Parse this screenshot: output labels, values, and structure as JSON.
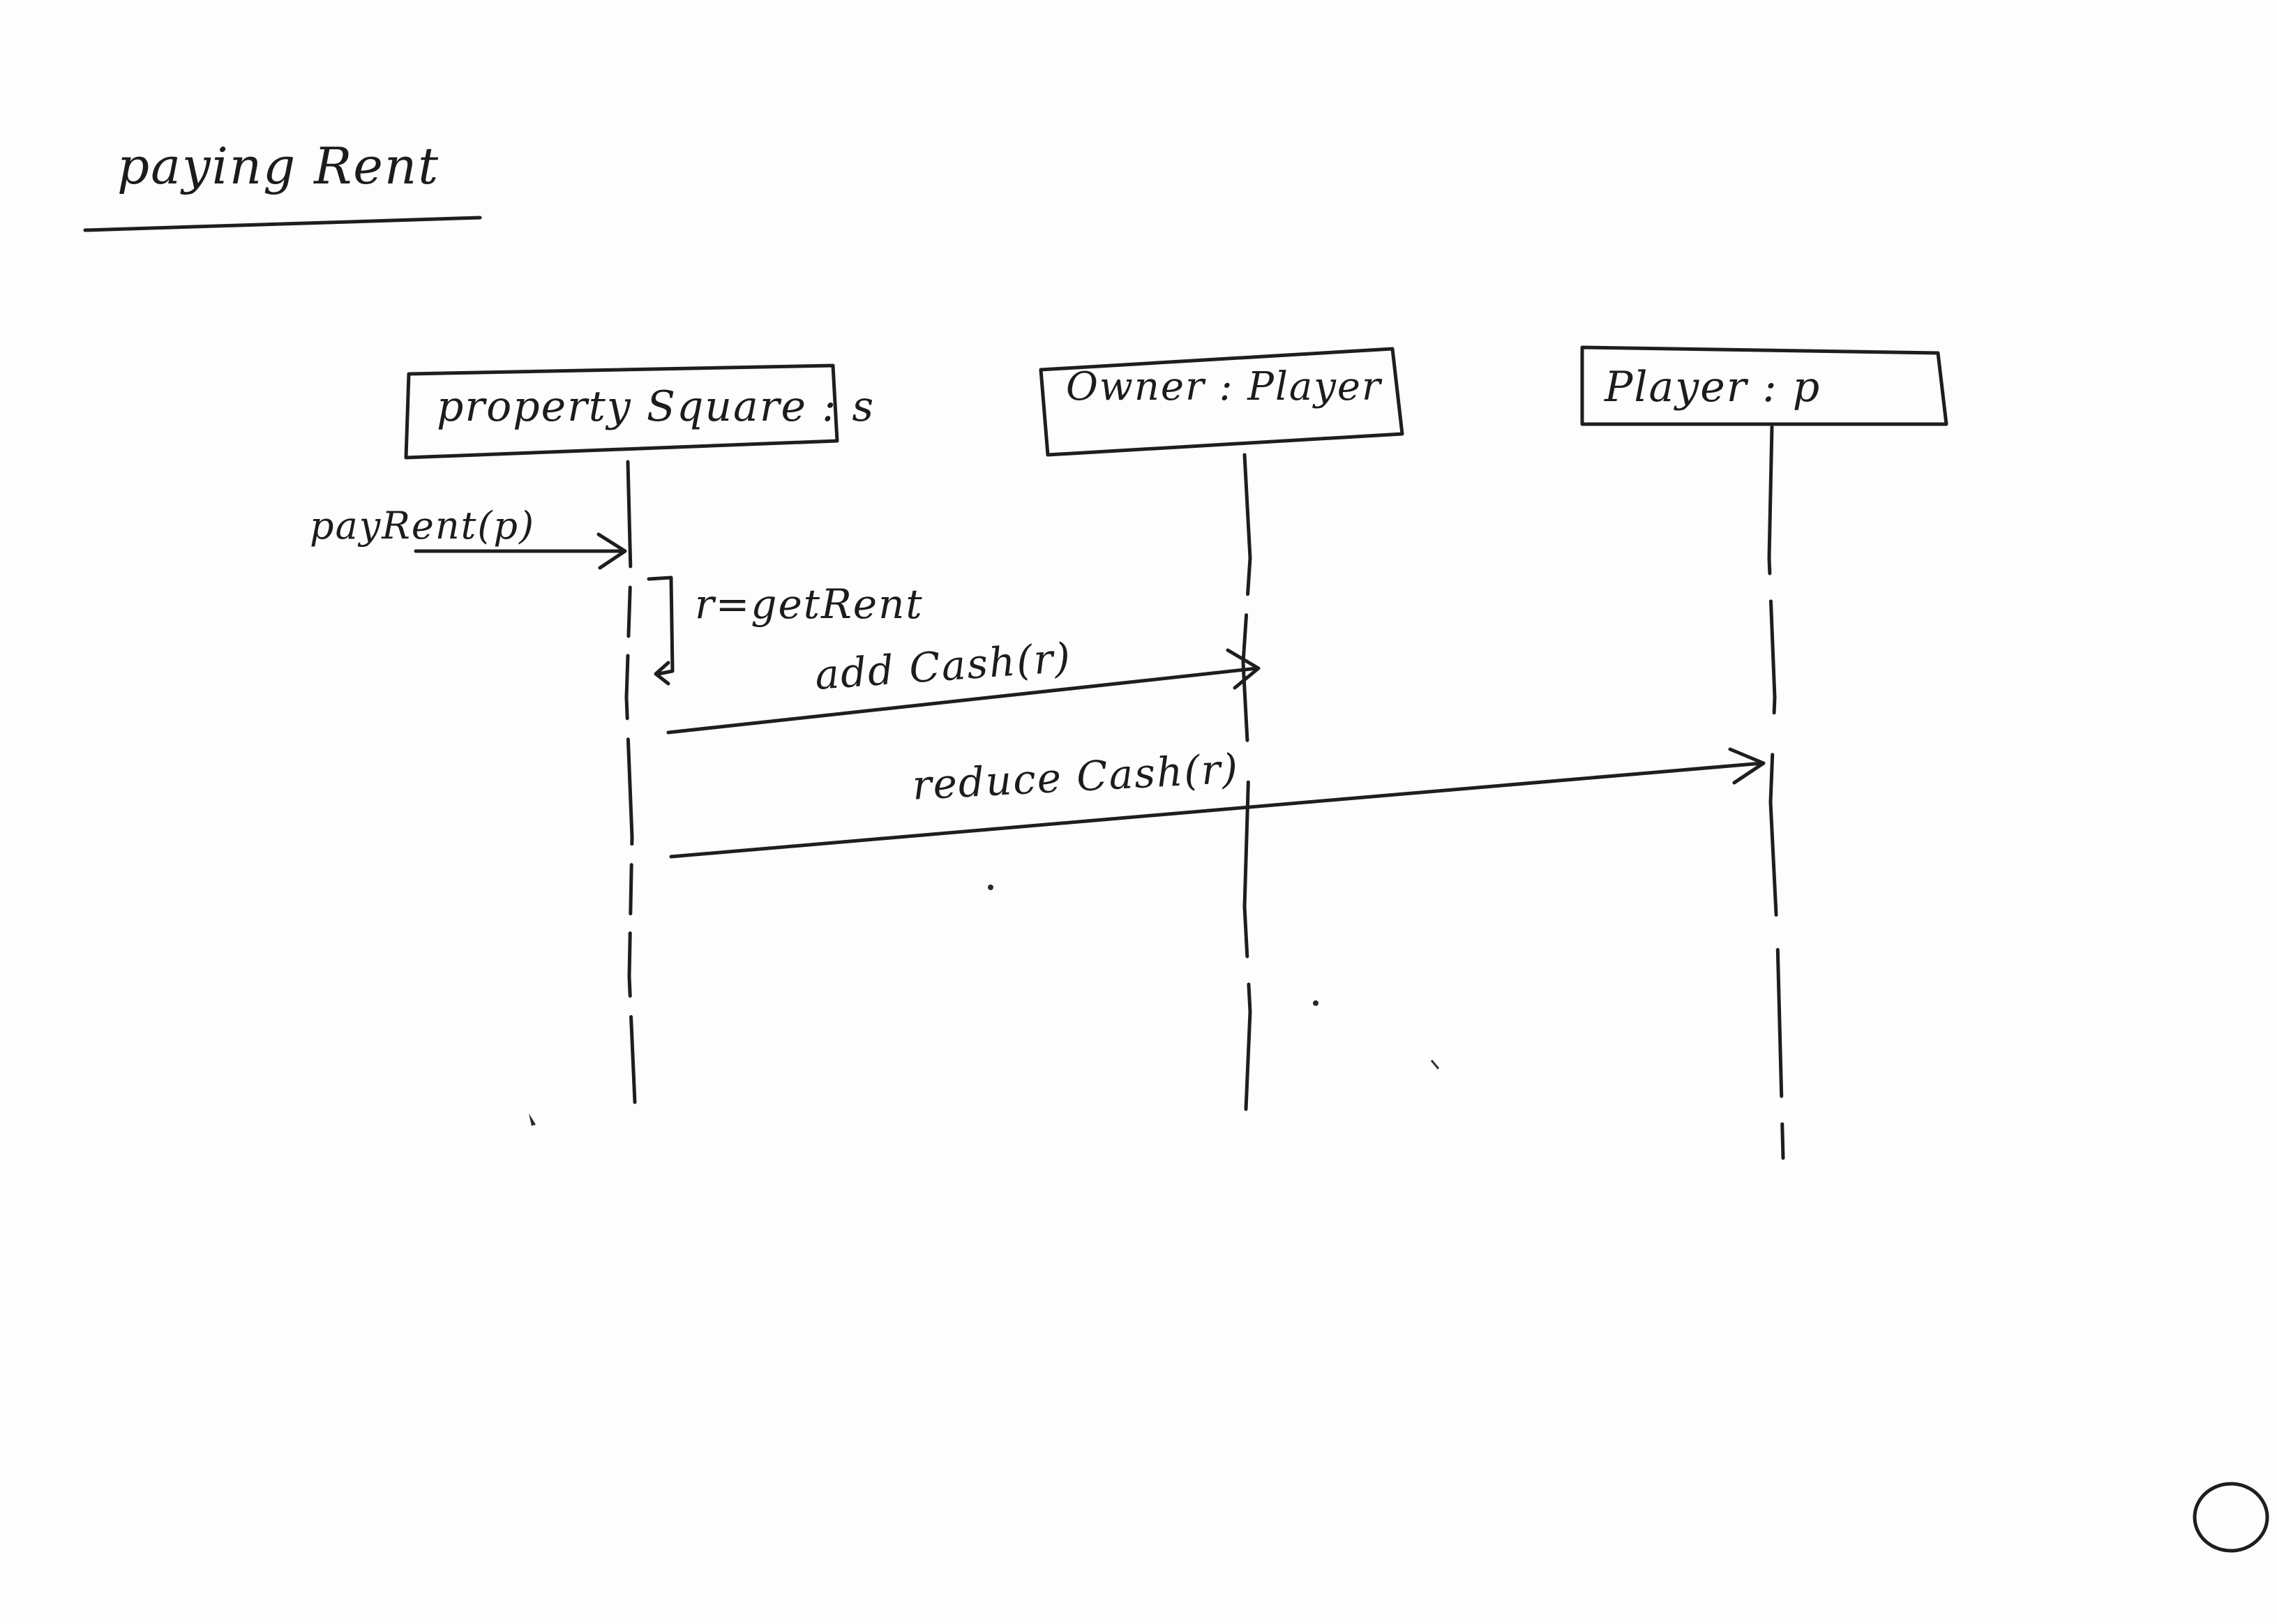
{
  "title": "paying Rent",
  "lifelines": [
    {
      "label": "property Square : s"
    },
    {
      "label": "Owner : Player"
    },
    {
      "label": "Player : p"
    }
  ],
  "messages": [
    {
      "label": "payRent(p)"
    },
    {
      "label": "r=getRent"
    },
    {
      "label": "add Cash(r)"
    },
    {
      "label": "reduce Cash(r)"
    }
  ],
  "corner_mark": "©"
}
